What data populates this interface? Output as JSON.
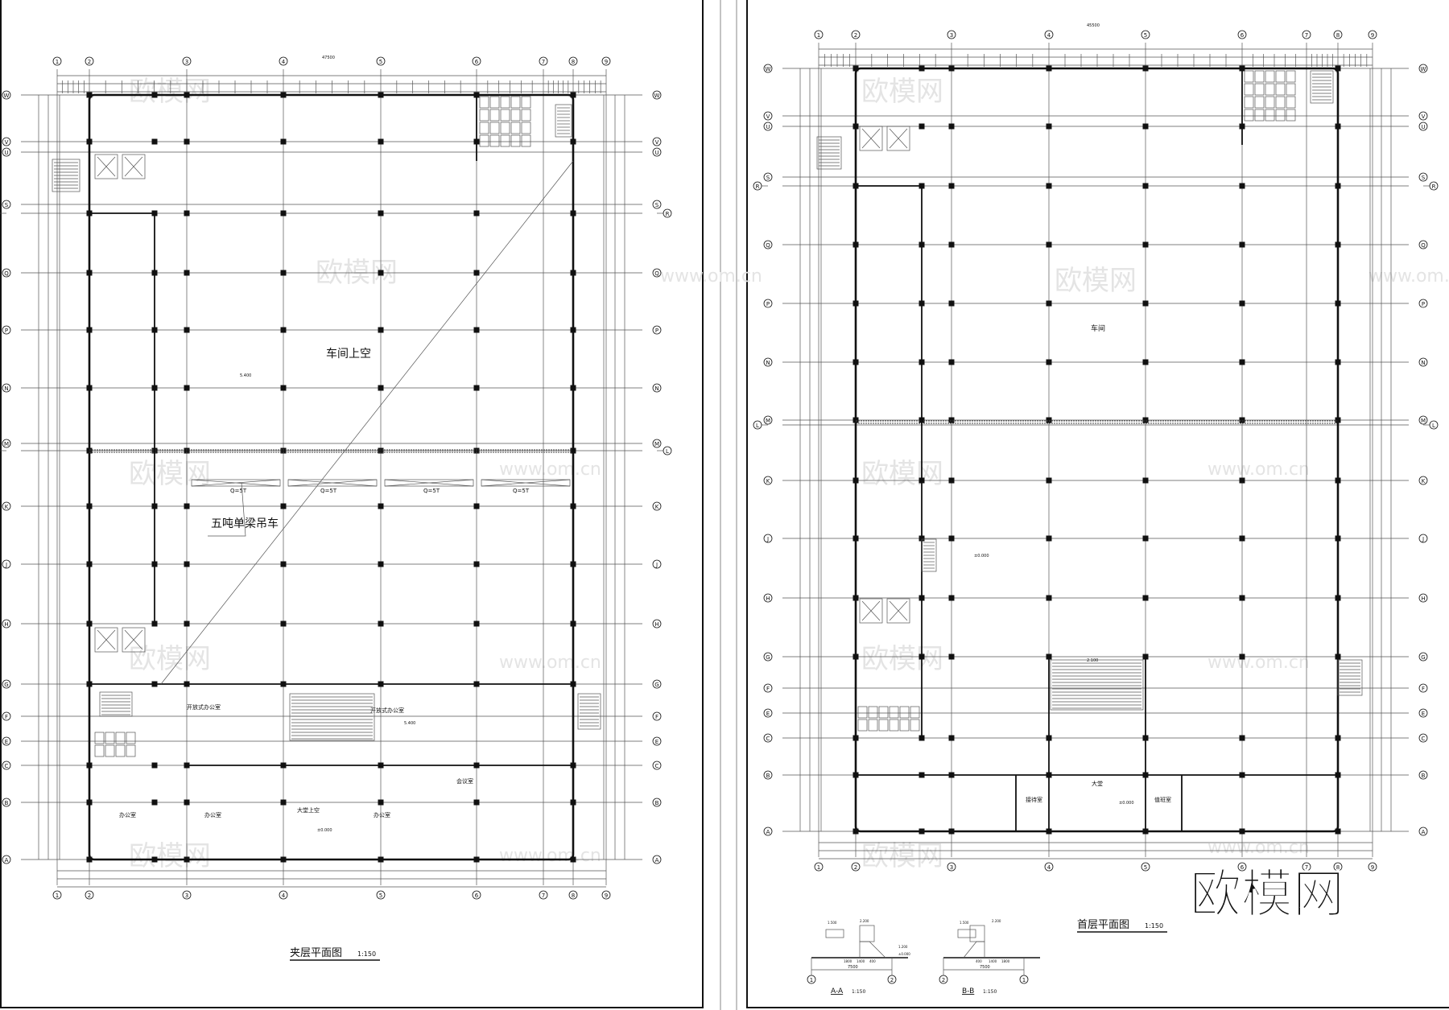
{
  "sheets": [
    {
      "title": "夹层平面图",
      "scale": "1:150",
      "columns": [
        "1",
        "2",
        "3",
        "4",
        "5",
        "6",
        "7",
        "8",
        "9"
      ],
      "rows": [
        "W",
        "V",
        "U",
        "S",
        "R",
        "Q",
        "P",
        "N",
        "M",
        "L",
        "K",
        "J",
        "H",
        "G",
        "F",
        "E",
        "C",
        "B",
        "A"
      ],
      "overall_dimension": "47500",
      "rooms": {
        "workshop_void": "车间上空",
        "crane": "五吨单梁吊车",
        "crane_capacity": "Q=5T",
        "open_office": "开放式办公室",
        "office": "办公室",
        "lobby_void": "大堂上空",
        "meeting_room": "会议室"
      },
      "elevations": [
        "5.400",
        "±0.000",
        "5.400"
      ]
    },
    {
      "title": "首层平面图",
      "scale": "1:150",
      "columns": [
        "1",
        "2",
        "3",
        "4",
        "5",
        "6",
        "7",
        "8",
        "9"
      ],
      "rows": [
        "W",
        "V",
        "U",
        "S",
        "R",
        "Q",
        "P",
        "N",
        "M",
        "L",
        "K",
        "J",
        "H",
        "G",
        "F",
        "E",
        "C",
        "B",
        "A"
      ],
      "overall_dimension": "45500",
      "rooms": {
        "workshop": "车间",
        "lobby": "大堂",
        "reception": "接待室",
        "duty_room": "值班室"
      },
      "elevations": [
        "±0.000",
        "±0.000",
        "2.100"
      ]
    }
  ],
  "sections": [
    {
      "title": "A-A",
      "scale": "1:150",
      "axes": [
        "1",
        "2"
      ],
      "dims": [
        "7500",
        "1800",
        "1400",
        "400"
      ],
      "elevations": [
        "1.500",
        "2.200",
        "1.200",
        "±0.000"
      ]
    },
    {
      "title": "B-B",
      "scale": "1:150",
      "axes": [
        "2",
        "1"
      ],
      "dims": [
        "7500",
        "400",
        "1400",
        "1800"
      ],
      "elevations": [
        "1.500",
        "2.200"
      ]
    }
  ],
  "watermark": {
    "logo": "欧模网",
    "url": "www.om.cn"
  },
  "colors": {
    "lines": "#111111",
    "grid": "#555555",
    "watermark": "#e4e4e4",
    "logo": "#3a3a3a"
  }
}
